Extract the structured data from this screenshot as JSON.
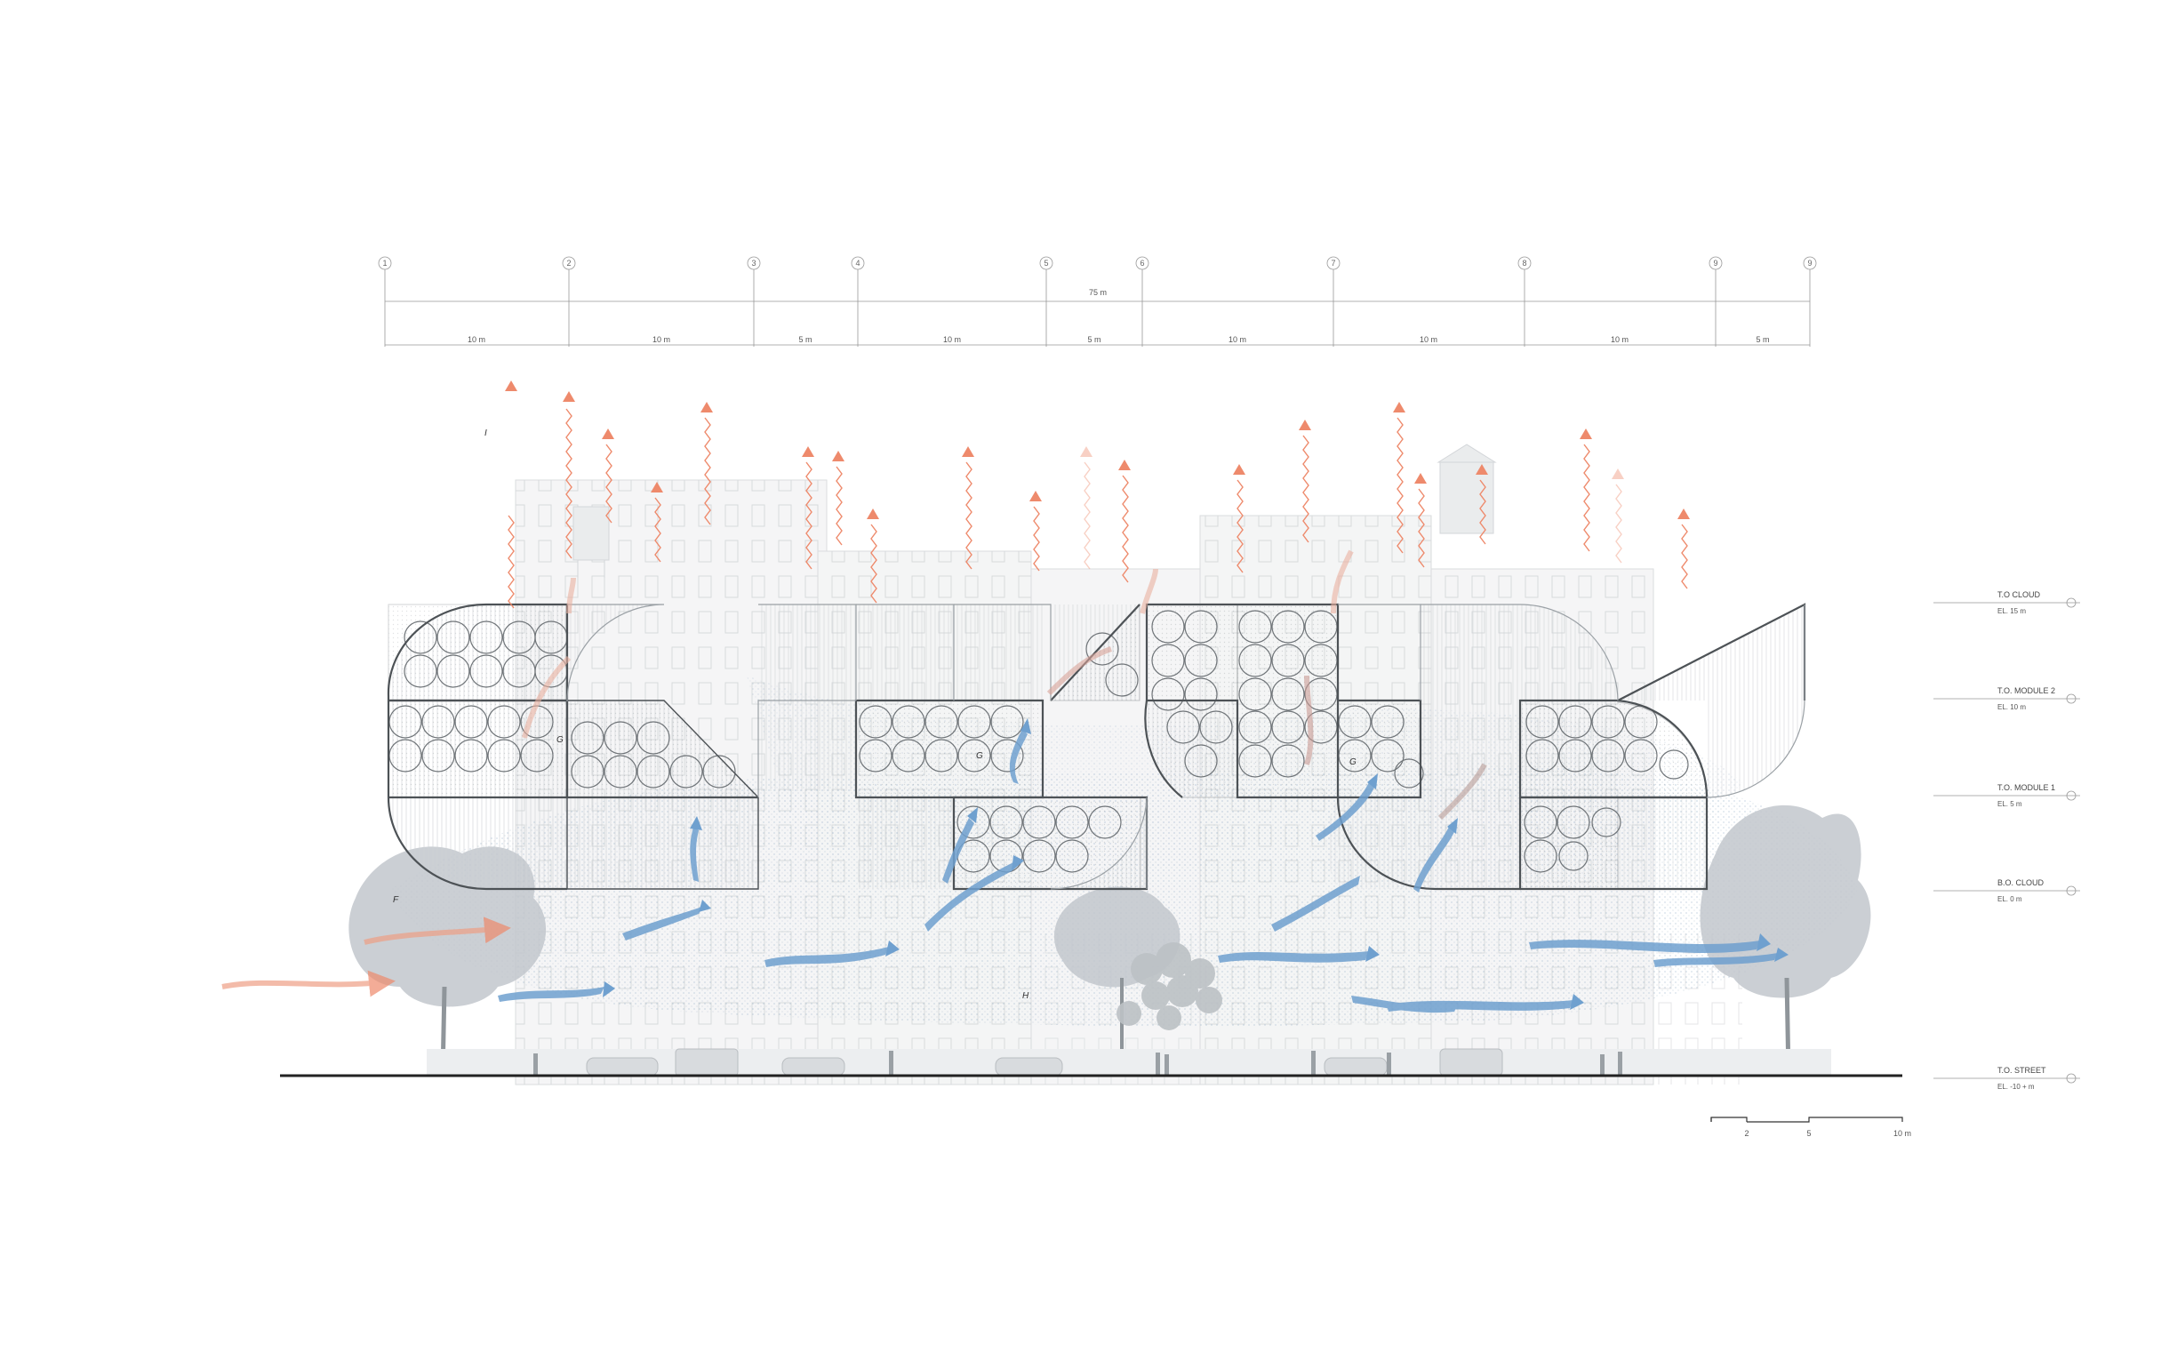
{
  "grid": {
    "numbers": [
      "1",
      "2",
      "3",
      "4",
      "5",
      "6",
      "7",
      "8",
      "9",
      "9"
    ],
    "overall": "75 m",
    "spans": [
      "10 m",
      "10 m",
      "5 m",
      "10 m",
      "5 m",
      "10 m",
      "10 m",
      "10 m",
      "5 m"
    ]
  },
  "levels": [
    {
      "title": "T.O CLOUD",
      "el": "EL. 15 m"
    },
    {
      "title": "T.O. MODULE 2",
      "el": "EL. 10 m"
    },
    {
      "title": "T.O. MODULE 1",
      "el": "EL. 5 m"
    },
    {
      "title": "B.O. CLOUD",
      "el": "EL. 0 m"
    },
    {
      "title": "T.O. STREET",
      "el": "EL. -10 + m"
    }
  ],
  "markers": [
    "I",
    "F",
    "H",
    "G",
    "G",
    "G"
  ],
  "scale_bar": [
    "2",
    "5",
    "10 m"
  ],
  "colors": {
    "warm_air": "#ee8a6c",
    "cool_air": "#6fa0cf",
    "structure": "#555a60",
    "context": "#c9cccf",
    "foliage": "#b9bfc4"
  }
}
